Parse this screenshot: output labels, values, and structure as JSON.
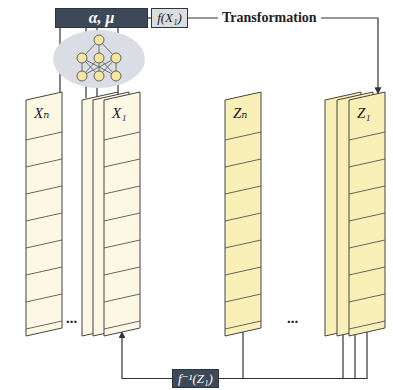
{
  "diagram": {
    "nodes": [
      {
        "text": [
          "α, μ"
        ]
      },
      {
        "text": [
          "f(X₁)"
        ]
      },
      {
        "text": [
          "Xₙ"
        ]
      },
      {
        "text": [
          "X₁"
        ]
      },
      {
        "text": [
          "Zₙ"
        ]
      },
      {
        "text": [
          "Z₁"
        ]
      },
      {
        "text": [
          "f⁻¹(Z₁)"
        ]
      }
    ],
    "edges": [
      {
        "from": 0,
        "to": 1,
        "arrow": "none"
      },
      {
        "from": 0,
        "to": 2,
        "arrow": "none"
      },
      {
        "from": 0,
        "to": 3,
        "arrow": "none"
      },
      {
        "from": 1,
        "to": 5,
        "label": "Transformation",
        "arrow": "to"
      },
      {
        "from": 4,
        "to": 6,
        "arrow": "none"
      },
      {
        "from": 5,
        "to": 6,
        "arrow": "none"
      },
      {
        "from": 6,
        "to": 3,
        "arrow": "to"
      }
    ],
    "labels": [
      "...",
      "..."
    ]
  }
}
